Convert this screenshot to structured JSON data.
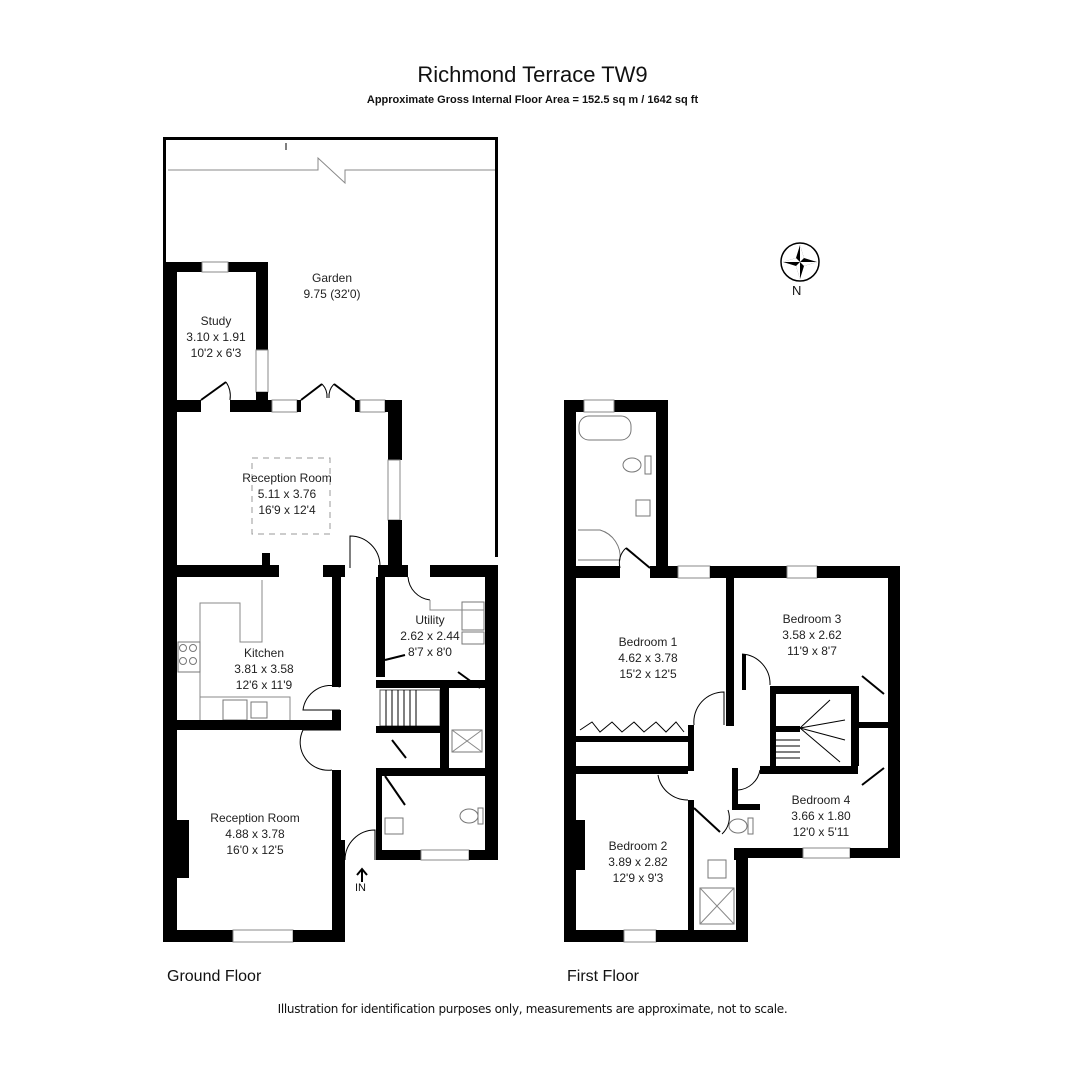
{
  "header": {
    "title": "Richmond Terrace TW9",
    "subtitle": "Approximate Gross Internal Floor Area  = 152.5 sq m  / 1642 sq ft"
  },
  "compass": {
    "label": "N"
  },
  "entrance": {
    "label": "IN"
  },
  "floors": {
    "ground": {
      "label": "Ground Floor",
      "rooms": {
        "garden": {
          "name": "Garden",
          "metric": "9.75 (32'0)"
        },
        "study": {
          "name": "Study",
          "metric": "3.10 x 1.91",
          "imperial": "10'2 x 6'3"
        },
        "reception_rear": {
          "name": "Reception Room",
          "metric": "5.11 x 3.76",
          "imperial": "16'9 x 12'4"
        },
        "kitchen": {
          "name": "Kitchen",
          "metric": "3.81 x 3.58",
          "imperial": "12'6 x 11'9"
        },
        "utility": {
          "name": "Utility",
          "metric": "2.62 x 2.44",
          "imperial": "8'7 x 8'0"
        },
        "reception_front": {
          "name": "Reception Room",
          "metric": "4.88 x 3.78",
          "imperial": "16'0 x 12'5"
        }
      }
    },
    "first": {
      "label": "First Floor",
      "rooms": {
        "bedroom1": {
          "name": "Bedroom 1",
          "metric": "4.62 x 3.78",
          "imperial": "15'2 x 12'5"
        },
        "bedroom2": {
          "name": "Bedroom 2",
          "metric": "3.89 x 2.82",
          "imperial": "12'9 x 9'3"
        },
        "bedroom3": {
          "name": "Bedroom 3",
          "metric": "3.58 x 2.62",
          "imperial": "11'9 x 8'7"
        },
        "bedroom4": {
          "name": "Bedroom 4",
          "metric": "3.66 x 1.80",
          "imperial": "12'0 x 5'11"
        }
      }
    }
  },
  "footer": {
    "disclaimer": "Illustration for identification purposes only, measurements are approximate, not to scale."
  }
}
